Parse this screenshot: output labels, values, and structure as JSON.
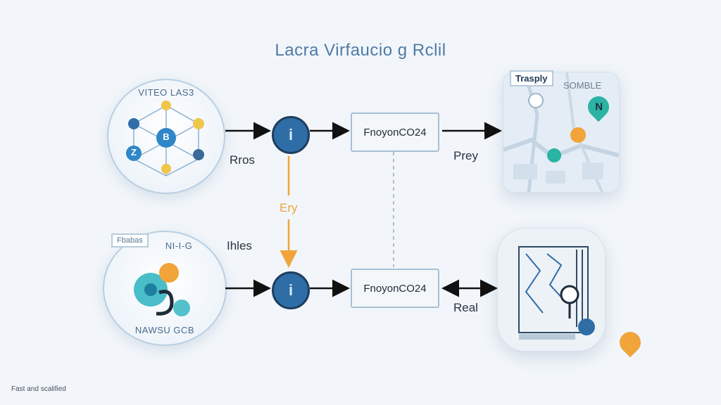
{
  "title": "Lacra Virfaucio g Rclil",
  "nodes": {
    "top_left": {
      "ring_label": "VITEO LAS3",
      "center_glyph": "B",
      "side_glyph": "Z"
    },
    "bottom_left": {
      "badge": "Fbabas",
      "ring_label_top": "NI-I-G",
      "ring_label_bottom": "NAWSU GCB"
    },
    "info_top_glyph": "i",
    "info_bottom_glyph": "i",
    "process_top": "FnoyonCO24",
    "process_bottom": "FnoyonCO24",
    "map_top": {
      "tag": "Trasply",
      "corner_label": "SOMBLE",
      "pin_glyph": "N"
    },
    "map_bottom": {}
  },
  "edge_labels": {
    "rros": "Rros",
    "prey": "Prey",
    "ery": "Ery",
    "ihles": "Ihles",
    "real": "Real"
  },
  "footer": "Fast and scalified",
  "colors": {
    "title": "#4f7aa6",
    "accent_blue": "#2f6da6",
    "accent_orange": "#f0a43a",
    "accent_teal": "#2bb3a3",
    "arrow": "#111111"
  }
}
